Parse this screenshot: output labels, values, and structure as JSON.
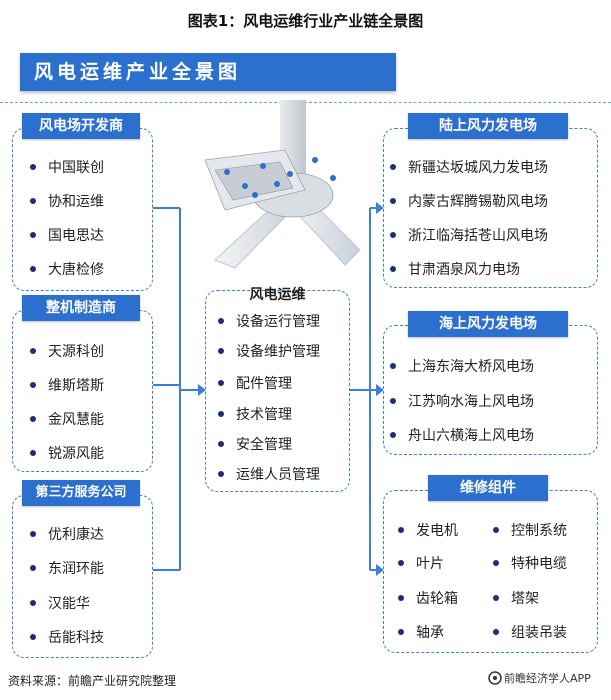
{
  "figure_title": "图表1：风电运维行业产业链全景图",
  "banner_title": "风电运维产业全景图",
  "left_groups": [
    {
      "header": "风电场开发商",
      "items": [
        "中国联创",
        "协和运维",
        "国电思达",
        "大唐检修"
      ]
    },
    {
      "header": "整机制造商",
      "items": [
        "天源科创",
        "维斯塔斯",
        "金风慧能",
        "锐源风能"
      ]
    },
    {
      "header": "第三方服务公司",
      "items": [
        "优利康达",
        "东润环能",
        "汉能华",
        "岳能科技"
      ]
    }
  ],
  "center": {
    "title": "风电运维",
    "items": [
      "设备运行管理",
      "设备维护管理",
      "配件管理",
      "技术管理",
      "安全管理",
      "运维人员管理"
    ]
  },
  "right_groups": [
    {
      "header": "陆上风力发电场",
      "items": [
        "新疆达坂城风力发电场",
        "内蒙古辉腾锡勒风电场",
        "浙江临海括苍山风电场",
        "甘肃酒泉风力电场"
      ]
    },
    {
      "header": "海上风力发电场",
      "items": [
        "上海东海大桥风电场",
        "江苏响水海上风电场",
        "舟山六横海上风电场"
      ]
    },
    {
      "header": "维修组件",
      "items": [
        "发电机",
        "控制系统",
        "叶片",
        "特种电缆",
        "齿轮箱",
        "塔架",
        "轴承",
        "组装吊装"
      ]
    }
  ],
  "source": "资料来源：前瞻产业研究院整理",
  "watermark_text": "前瞻经济学人APP",
  "colors": {
    "accent": "#2b6fcf",
    "dash": "#3a7fe0",
    "dot": "#1a2f7a",
    "connector": "#3a7fe0"
  }
}
